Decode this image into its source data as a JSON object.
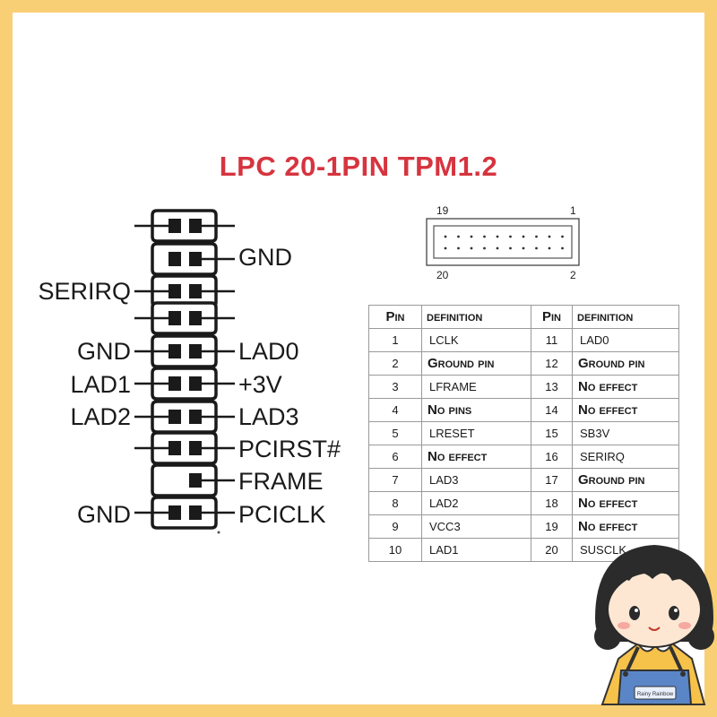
{
  "title": "LPC 20-1PIN TPM1.2",
  "connector": {
    "label_19": "19",
    "label_1": "1",
    "label_20": "20",
    "label_2": "2"
  },
  "pinout_labels": {
    "right": [
      "GND",
      "LAD0",
      "+3V",
      "LAD3",
      "PCIRST#",
      "FRAME",
      "PCICLK"
    ],
    "left": [
      "SERIRQ",
      "GND",
      "LAD1",
      "LAD2",
      "GND"
    ]
  },
  "table": {
    "headers": [
      "Pin",
      "definition",
      "Pin",
      "definition"
    ],
    "rows": [
      {
        "a": "1",
        "b": "LCLK",
        "c": "11",
        "d": "LAD0"
      },
      {
        "a": "2",
        "b": "Ground pin",
        "c": "12",
        "d": "Ground pin"
      },
      {
        "a": "3",
        "b": "LFRAME",
        "c": "13",
        "d": "No effect"
      },
      {
        "a": "4",
        "b": "No pins",
        "c": "14",
        "d": "No effect"
      },
      {
        "a": "5",
        "b": "LRESET",
        "c": "15",
        "d": "SB3V"
      },
      {
        "a": "6",
        "b": "No effect",
        "c": "16",
        "d": "SERIRQ"
      },
      {
        "a": "7",
        "b": "LAD3",
        "c": "17",
        "d": "Ground pin"
      },
      {
        "a": "8",
        "b": "LAD2",
        "c": "18",
        "d": "No effect"
      },
      {
        "a": "9",
        "b": "VCC3",
        "c": "19",
        "d": "No effect"
      },
      {
        "a": "10",
        "b": "LAD1",
        "c": "20",
        "d": "SUSCLK"
      }
    ]
  },
  "mascot": {
    "badge_text": "Rainy Rainbow"
  },
  "colors": {
    "border": "#f9cf75",
    "title": "#d6343f",
    "line": "#1a1a1a"
  }
}
